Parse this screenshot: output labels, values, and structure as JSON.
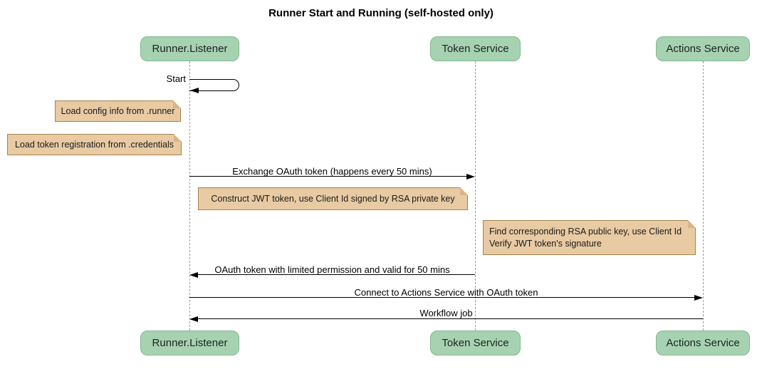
{
  "title": "Runner Start and Running (self-hosted only)",
  "diagram_type": "sequence",
  "colors": {
    "participant_fill": "#A7D2B1",
    "participant_border": "#7FB98D",
    "note_fill": "#E8CAA3",
    "note_border": "#A8824B",
    "lifeline": "#9B9B9B",
    "arrow": "#000000",
    "background": "#FFFFFF"
  },
  "participants": [
    {
      "id": "runner-listener",
      "label": "Runner.Listener"
    },
    {
      "id": "token-service",
      "label": "Token Service"
    },
    {
      "id": "actions-service",
      "label": "Actions Service"
    }
  ],
  "messages": [
    {
      "label": "Start",
      "from": "Runner.Listener",
      "to": "Runner.Listener",
      "kind": "self"
    },
    {
      "label": "Exchange OAuth token (happens every 50 mins)",
      "from": "Runner.Listener",
      "to": "Token Service",
      "kind": "solid-arrow"
    },
    {
      "label": "OAuth token with limited permission and valid for 50 mins",
      "from": "Token Service",
      "to": "Runner.Listener",
      "kind": "solid-arrow"
    },
    {
      "label": "Connect to Actions Service with OAuth token",
      "from": "Runner.Listener",
      "to": "Actions Service",
      "kind": "solid-arrow"
    },
    {
      "label": "Workflow job",
      "from": "Actions Service",
      "to": "Runner.Listener",
      "kind": "solid-arrow"
    }
  ],
  "notes": [
    {
      "text": "Load config info from .runner",
      "placement": "left of Runner.Listener"
    },
    {
      "text": "Load token registration from .credentials",
      "placement": "left of Runner.Listener"
    },
    {
      "text": "Construct JWT token, use Client Id signed by RSA private key",
      "placement": "over Runner.Listener and Token Service"
    },
    {
      "text": "Find corresponding RSA public key, use Client Id\nVerify JWT token's signature",
      "placement": "right of Token Service"
    }
  ]
}
